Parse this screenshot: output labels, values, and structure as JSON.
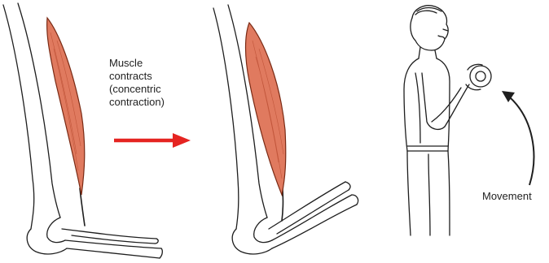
{
  "labels": {
    "contraction_lines": [
      "Muscle",
      "contracts",
      "(concentric",
      "contraction)"
    ],
    "movement": "Movement"
  },
  "colors": {
    "muscle": "#e07a5f",
    "muscle_outline": "#7a2a14",
    "arrow": "#e52421",
    "line": "#1e1e1e"
  },
  "icons": {
    "arm_extended": "upper-arm-bone-with-relaxed-biceps",
    "arm_flexed": "upper-arm-bone-with-contracted-biceps",
    "person": "man-performing-biceps-curl-with-dumbbell",
    "arrow": "right-arrow",
    "curved_arrow": "curved-arrow"
  }
}
